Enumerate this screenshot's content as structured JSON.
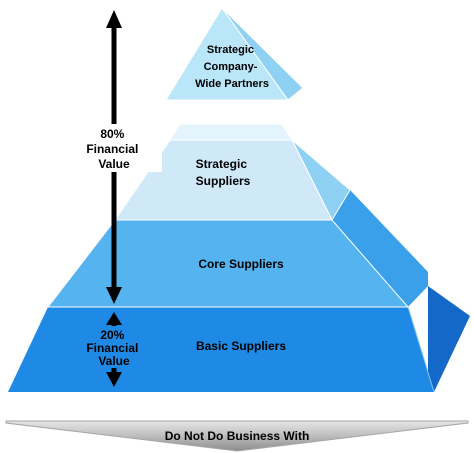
{
  "tiers": [
    {
      "id": "strategic-partners",
      "lines": [
        "Strategic",
        "Company-",
        "Wide Partners"
      ]
    },
    {
      "id": "strategic-suppliers",
      "lines": [
        "Strategic",
        "Suppliers"
      ]
    },
    {
      "id": "core-suppliers",
      "lines": [
        "Core Suppliers"
      ]
    },
    {
      "id": "basic-suppliers",
      "lines": [
        "Basic Suppliers"
      ]
    }
  ],
  "financial": {
    "upper": {
      "lines": [
        "80%",
        "Financial",
        "Value"
      ]
    },
    "lower": {
      "lines": [
        "20%",
        "Financial",
        "Value"
      ]
    }
  },
  "exclusion": {
    "label": "Do Not Do Business With"
  },
  "colors": {
    "tier_light": "#cfe9f9",
    "tier_mid": "#8fd1f3",
    "tier_core": "#3fa9ec",
    "tier_basic": "#1f8ae6",
    "side_dark": "#1469c8",
    "edge": "#ffffff",
    "arrow": "#000000",
    "banner_light": "#d9d9d9",
    "banner_dark": "#8c8c8c"
  }
}
